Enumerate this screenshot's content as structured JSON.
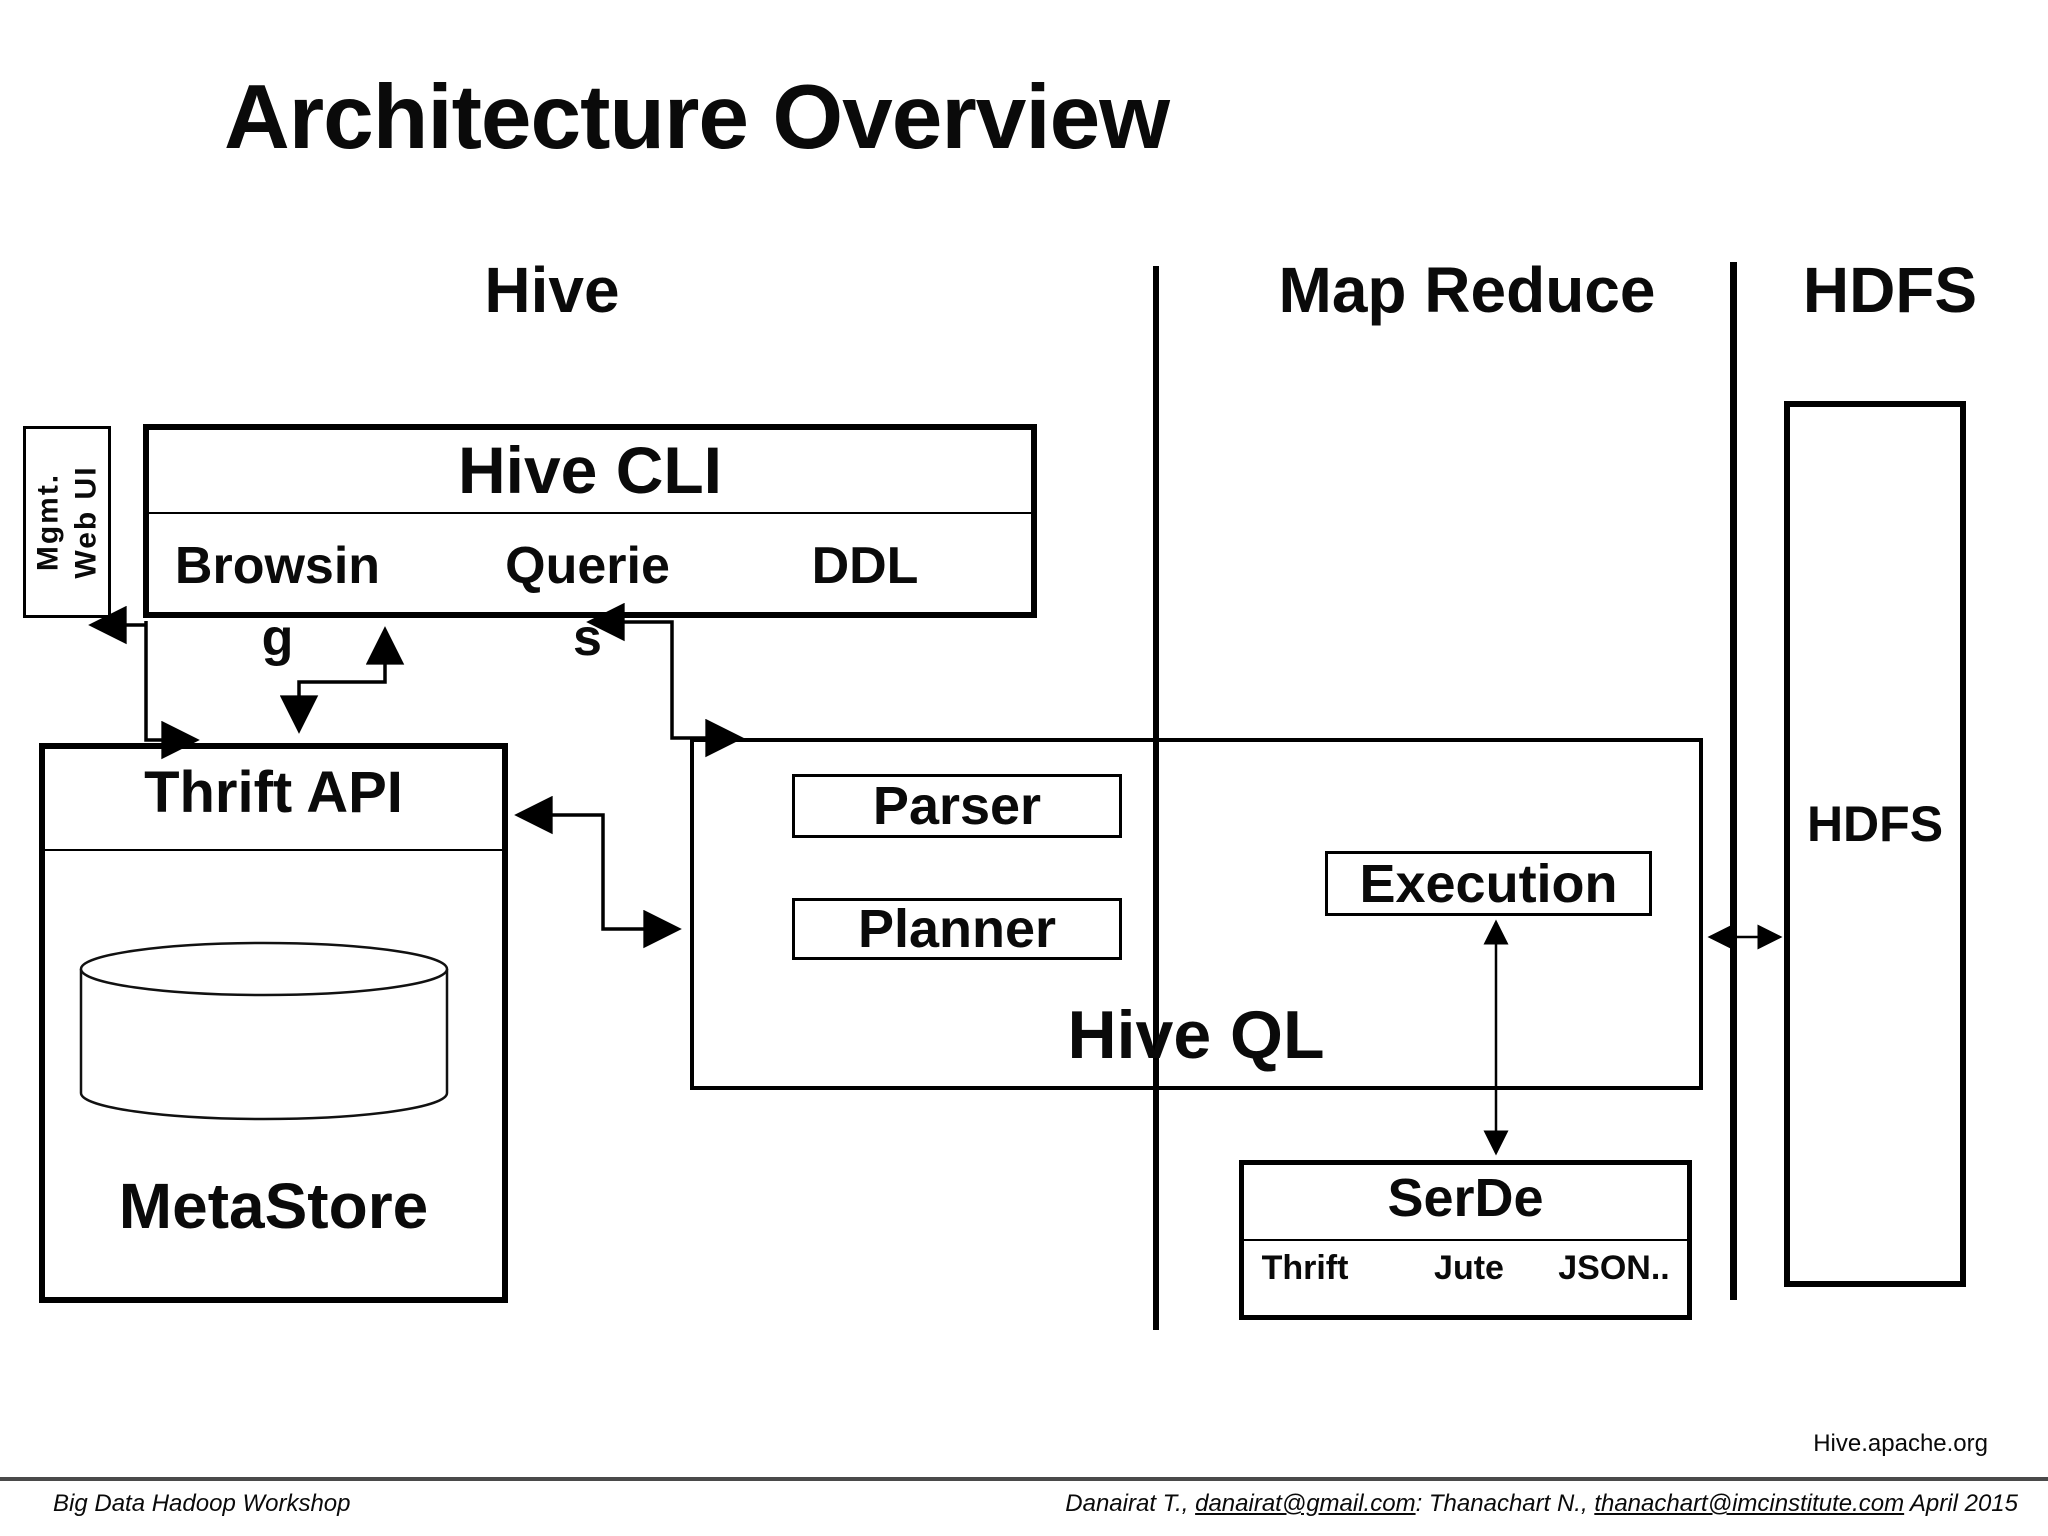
{
  "slide": {
    "title": "Architecture Overview",
    "source_note": "Hive.apache.org"
  },
  "columns": [
    {
      "label": "Hive"
    },
    {
      "label": "Map Reduce"
    },
    {
      "label": "HDFS"
    }
  ],
  "mgmt": {
    "line1": "Mgmt.",
    "line2": "Web UI"
  },
  "hive_cli": {
    "title": "Hive CLI",
    "items": [
      "Browsing",
      "Queries",
      "DDL"
    ]
  },
  "metastore": {
    "api_label": "Thrift API",
    "label": "MetaStore"
  },
  "hive_ql": {
    "label": "Hive QL",
    "parser": "Parser",
    "planner": "Planner"
  },
  "execution": {
    "label": "Execution"
  },
  "serde": {
    "title": "SerDe",
    "formats": [
      "Thrift",
      "Jute",
      "JSON.."
    ]
  },
  "hdfs": {
    "label": "HDFS"
  },
  "footer": {
    "left": "Big Data Hadoop Workshop",
    "credit_parts": [
      "Danairat T., ",
      "danairat@gmail.com",
      ":  Thanachart N.,  ",
      "thanachart@imcinstitute.com",
      "   April 2015"
    ]
  }
}
